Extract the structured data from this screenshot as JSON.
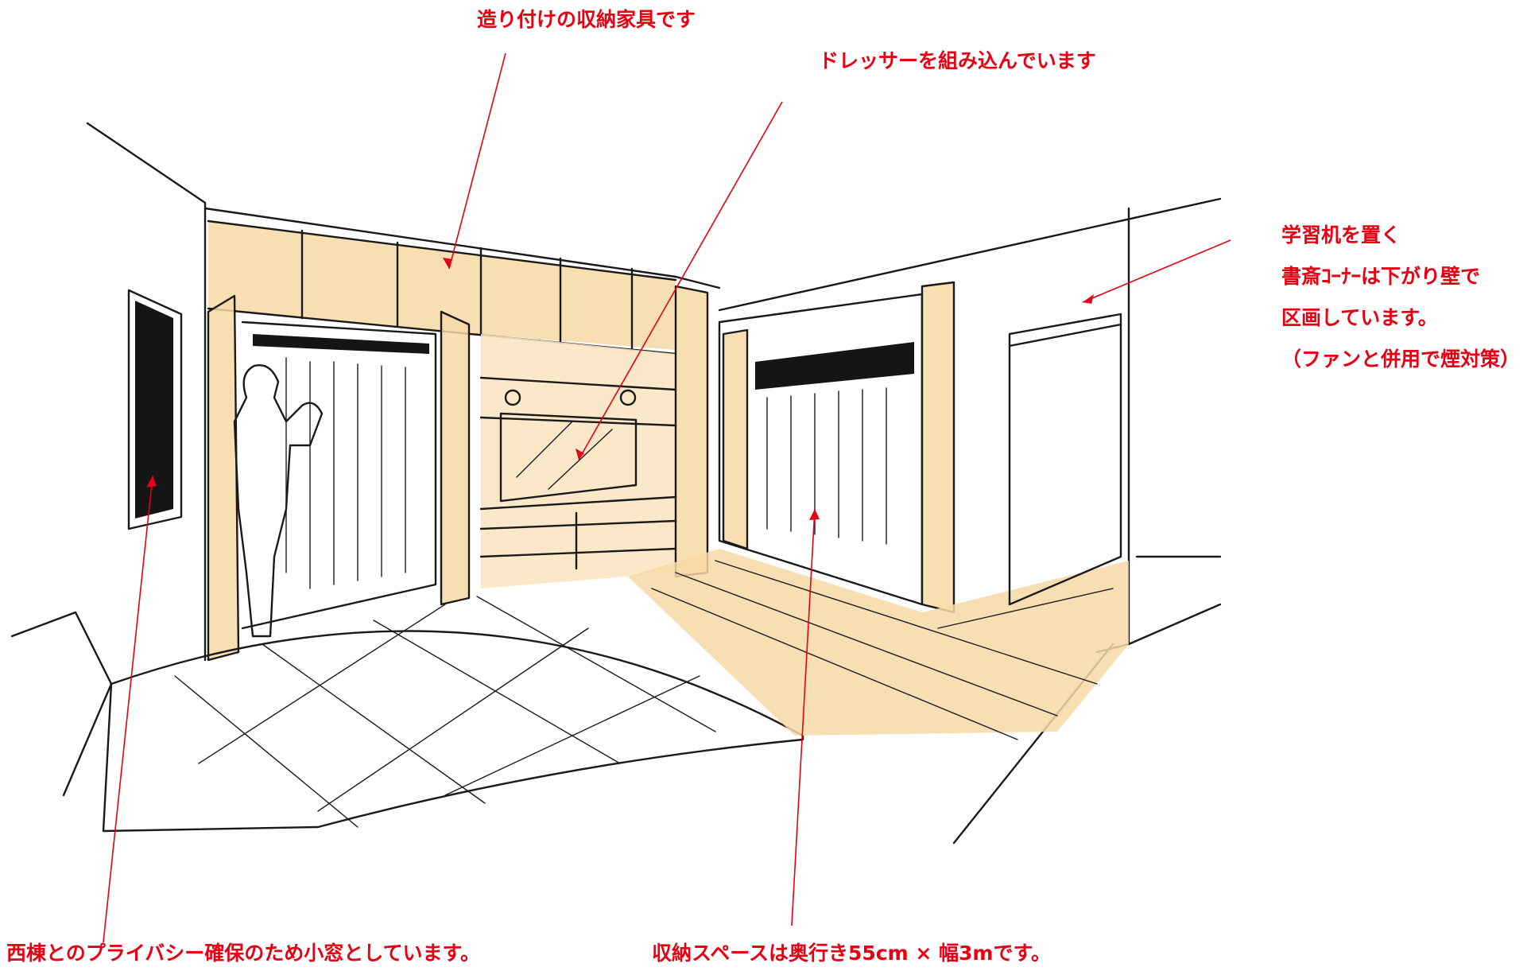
{
  "annotations": {
    "built_in_storage": "造り付けの収納家具です",
    "dresser": "ドレッサーを組み込んでいます",
    "study_line1": "学習机を置く",
    "study_line2": "書斎ｺｰﾅｰは下がり壁で",
    "study_line3": "区画しています。",
    "study_line4": "（ファンと併用で煙対策）",
    "small_window": "西棟とのプライバシー確保のため小窓としています。",
    "storage_space": "収納スペースは奥行き55cm × 幅3mです。"
  },
  "colors": {
    "annotation_text": "#e60012",
    "leader_line": "#e60012",
    "wood_tone": "#f7d9a6",
    "ink": "#1a1a1a"
  }
}
